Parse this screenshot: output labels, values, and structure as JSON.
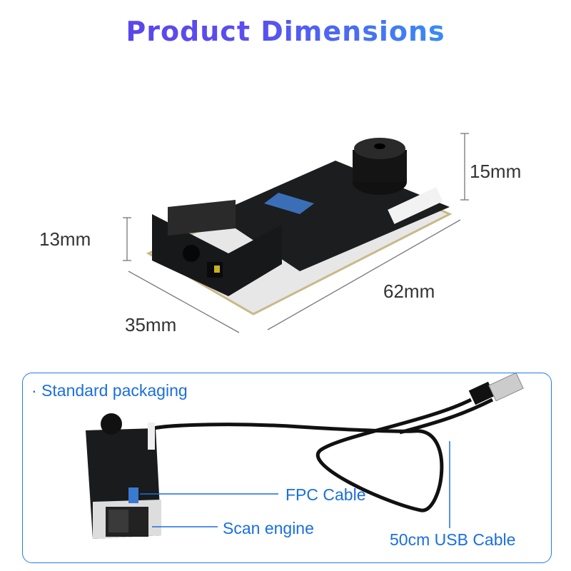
{
  "title": "Product Dimensions",
  "dimensions": {
    "height_engine": "13mm",
    "height_camera": "15mm",
    "width": "35mm",
    "length": "62mm"
  },
  "packaging": {
    "heading": "· Standard packaging",
    "labels": {
      "fpc": "FPC Cable",
      "engine": "Scan engine",
      "usb": "50cm USB Cable"
    }
  },
  "colors": {
    "accent": "#1a6fe0",
    "title_start": "#5b3ee8",
    "title_end": "#22b4f8"
  }
}
